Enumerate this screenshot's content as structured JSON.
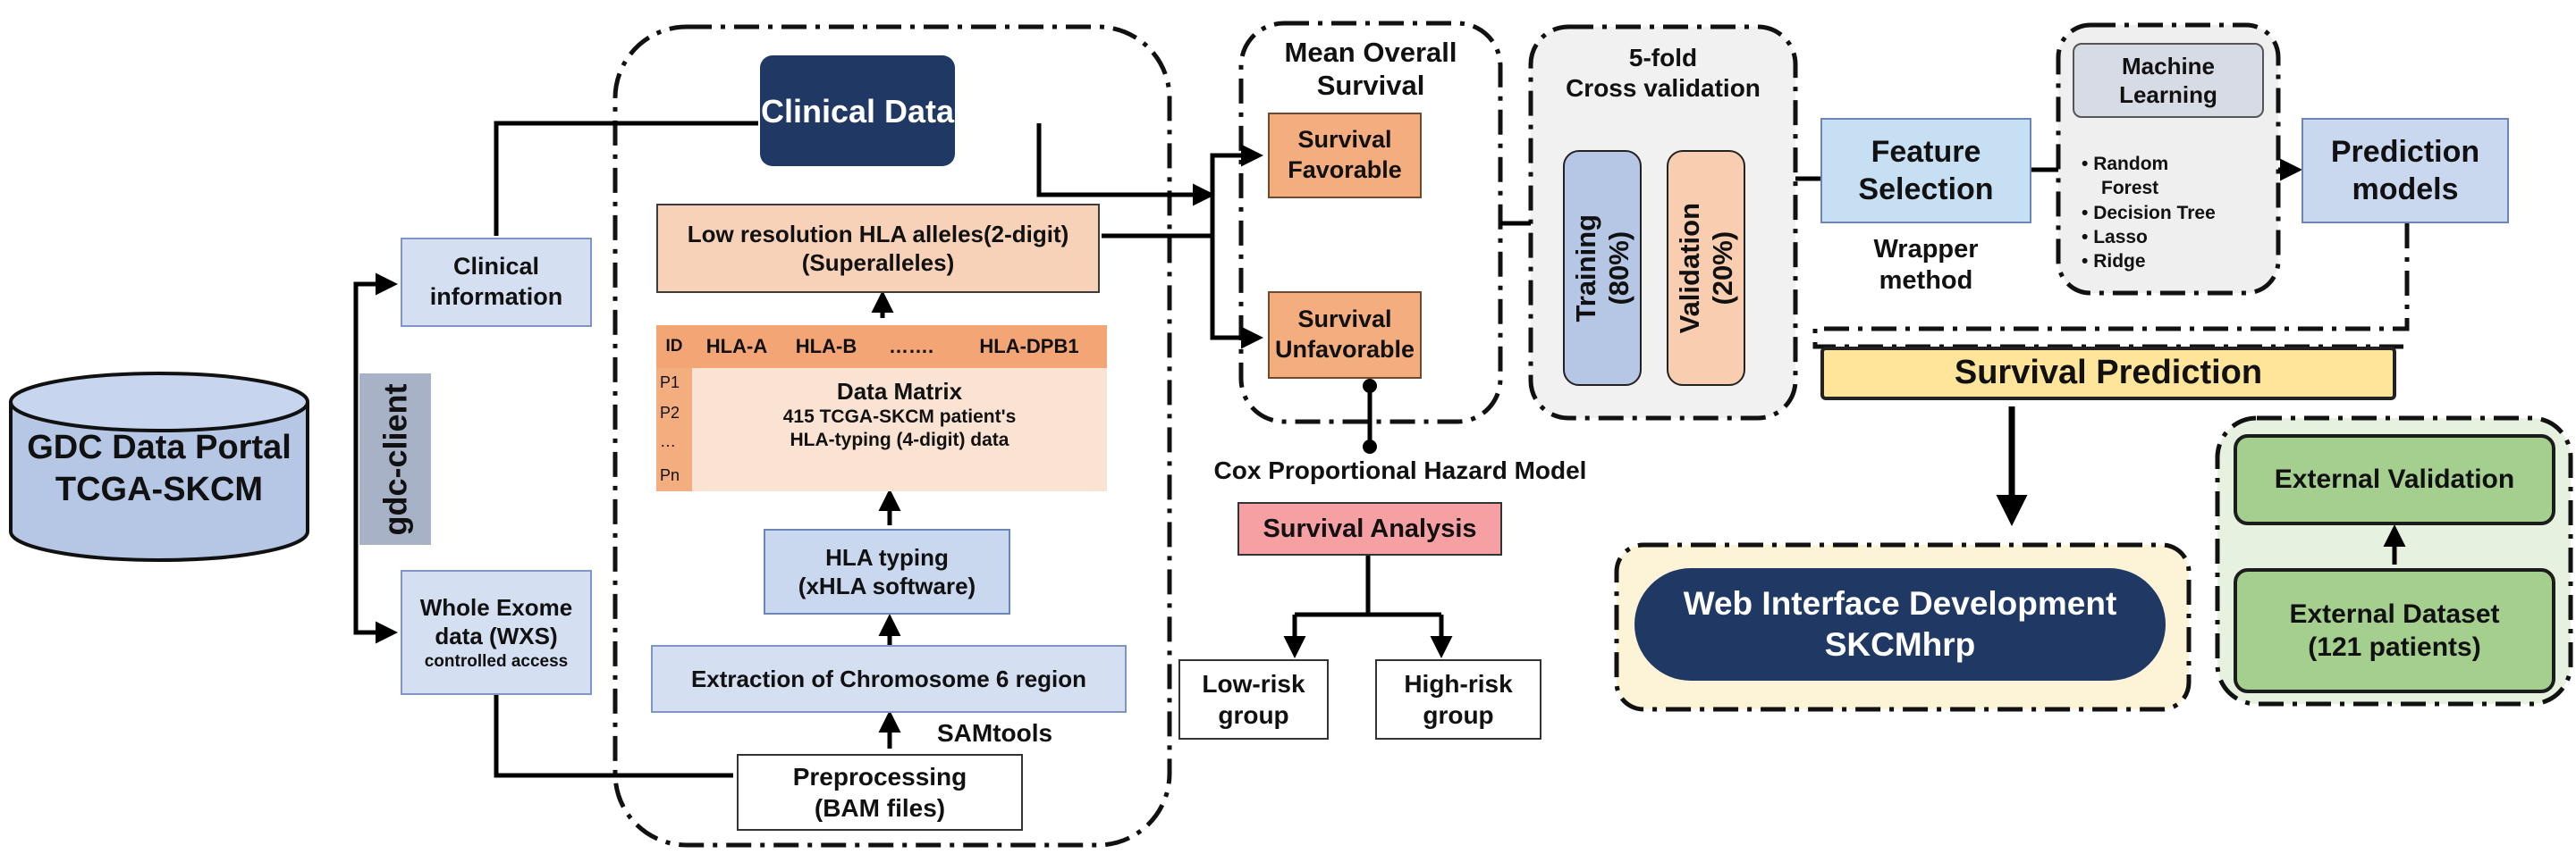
{
  "colors": {
    "navy": "#1f3864",
    "light_blue": "#d5dff2",
    "orange": "#f4ad7f",
    "peach": "#f8d2b8",
    "green": "#a4cf8e",
    "yellow": "#fee599",
    "pink": "#f6a0a3",
    "gray_panel": "#f1f1f1",
    "cream_panel": "#fdf3d7",
    "green_panel": "#e6f2df"
  },
  "nodes": {
    "portal": {
      "line1": "GDC Data Portal",
      "line2": "TCGA-SKCM"
    },
    "gdc_client": "gdc-client",
    "clinical_info": {
      "line1": "Clinical",
      "line2": "information"
    },
    "wxs": {
      "line1": "Whole Exome",
      "line2": "data (WXS)",
      "line3": "controlled access"
    },
    "clinical_data": "Clinical Data",
    "low_res": {
      "line1": "Low resolution HLA alleles(2-digit)",
      "line2": "(Superalleles)"
    },
    "matrix": {
      "header": [
        "ID",
        "HLA-A",
        "HLA-B",
        "…….",
        "HLA-DPB1"
      ],
      "rows": [
        "P1",
        "P2",
        "…",
        "Pn"
      ],
      "title": "Data Matrix",
      "desc1": "415 TCGA-SKCM patient's",
      "desc2": "HLA-typing (4-digit) data"
    },
    "hla_typing": {
      "line1": "HLA typing",
      "line2": "(xHLA software)"
    },
    "extraction": "Extraction of Chromosome 6 region",
    "samtools": "SAMtools",
    "preprocessing": {
      "line1": "Preprocessing",
      "line2": "(BAM files)"
    },
    "mos": {
      "line1": "Mean Overall",
      "line2": "Survival"
    },
    "fav": {
      "line1": "Survival",
      "line2": "Favorable"
    },
    "unfav": {
      "line1": "Survival",
      "line2": "Unfavorable"
    },
    "cox": "Cox Proportional Hazard Model",
    "survival_analysis": "Survival Analysis",
    "low_risk": {
      "line1": "Low-risk",
      "line2": "group"
    },
    "high_risk": {
      "line1": "High-risk",
      "line2": "group"
    },
    "cv": {
      "line1": "5-fold",
      "line2": "Cross validation"
    },
    "training": {
      "line1": "Training",
      "line2": "(80%)"
    },
    "validation": {
      "line1": "Validation",
      "line2": "(20%)"
    },
    "feature_selection": {
      "line1": "Feature",
      "line2": "Selection"
    },
    "wrapper": {
      "line1": "Wrapper",
      "line2": "method"
    },
    "ml": {
      "title1": "Machine",
      "title2": "Learning",
      "items": [
        {
          "line1": "Random",
          "line2": "Forest"
        },
        {
          "line1": "Decision Tree",
          "line2": ""
        },
        {
          "line1": "Lasso",
          "line2": ""
        },
        {
          "line1": "Ridge",
          "line2": ""
        }
      ]
    },
    "prediction": {
      "line1": "Prediction",
      "line2": "models"
    },
    "survival_prediction": "Survival Prediction",
    "web": {
      "line1": "Web Interface Development",
      "line2": "SKCMhrp"
    },
    "ext_validation": "External Validation",
    "ext_dataset": {
      "line1": "External Dataset",
      "line2": "(121 patients)"
    }
  }
}
